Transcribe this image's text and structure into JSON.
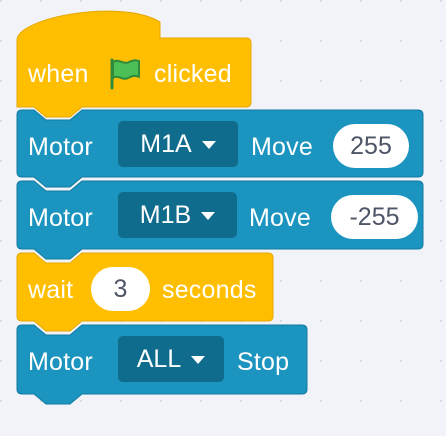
{
  "blocks": {
    "hat": {
      "prefix": "when",
      "icon": "green-flag-icon",
      "suffix": "clicked"
    },
    "motor1": {
      "label": "Motor",
      "port": "M1A",
      "action": "Move",
      "value": "255"
    },
    "motor2": {
      "label": "Motor",
      "port": "M1B",
      "action": "Move",
      "value": "-255"
    },
    "wait": {
      "label": "wait",
      "value": "3",
      "unit": "seconds"
    },
    "motor3": {
      "label": "Motor",
      "port": "ALL",
      "action": "Stop"
    }
  },
  "colors": {
    "event_block": "#ffbf00",
    "event_border": "#e6a800",
    "motor_block": "#1c94c0",
    "motor_border": "#117aa0",
    "dropdown_bg": "#0f6c8c",
    "flag_green": "#4cbf56",
    "canvas_bg": "#f2f3f8"
  }
}
